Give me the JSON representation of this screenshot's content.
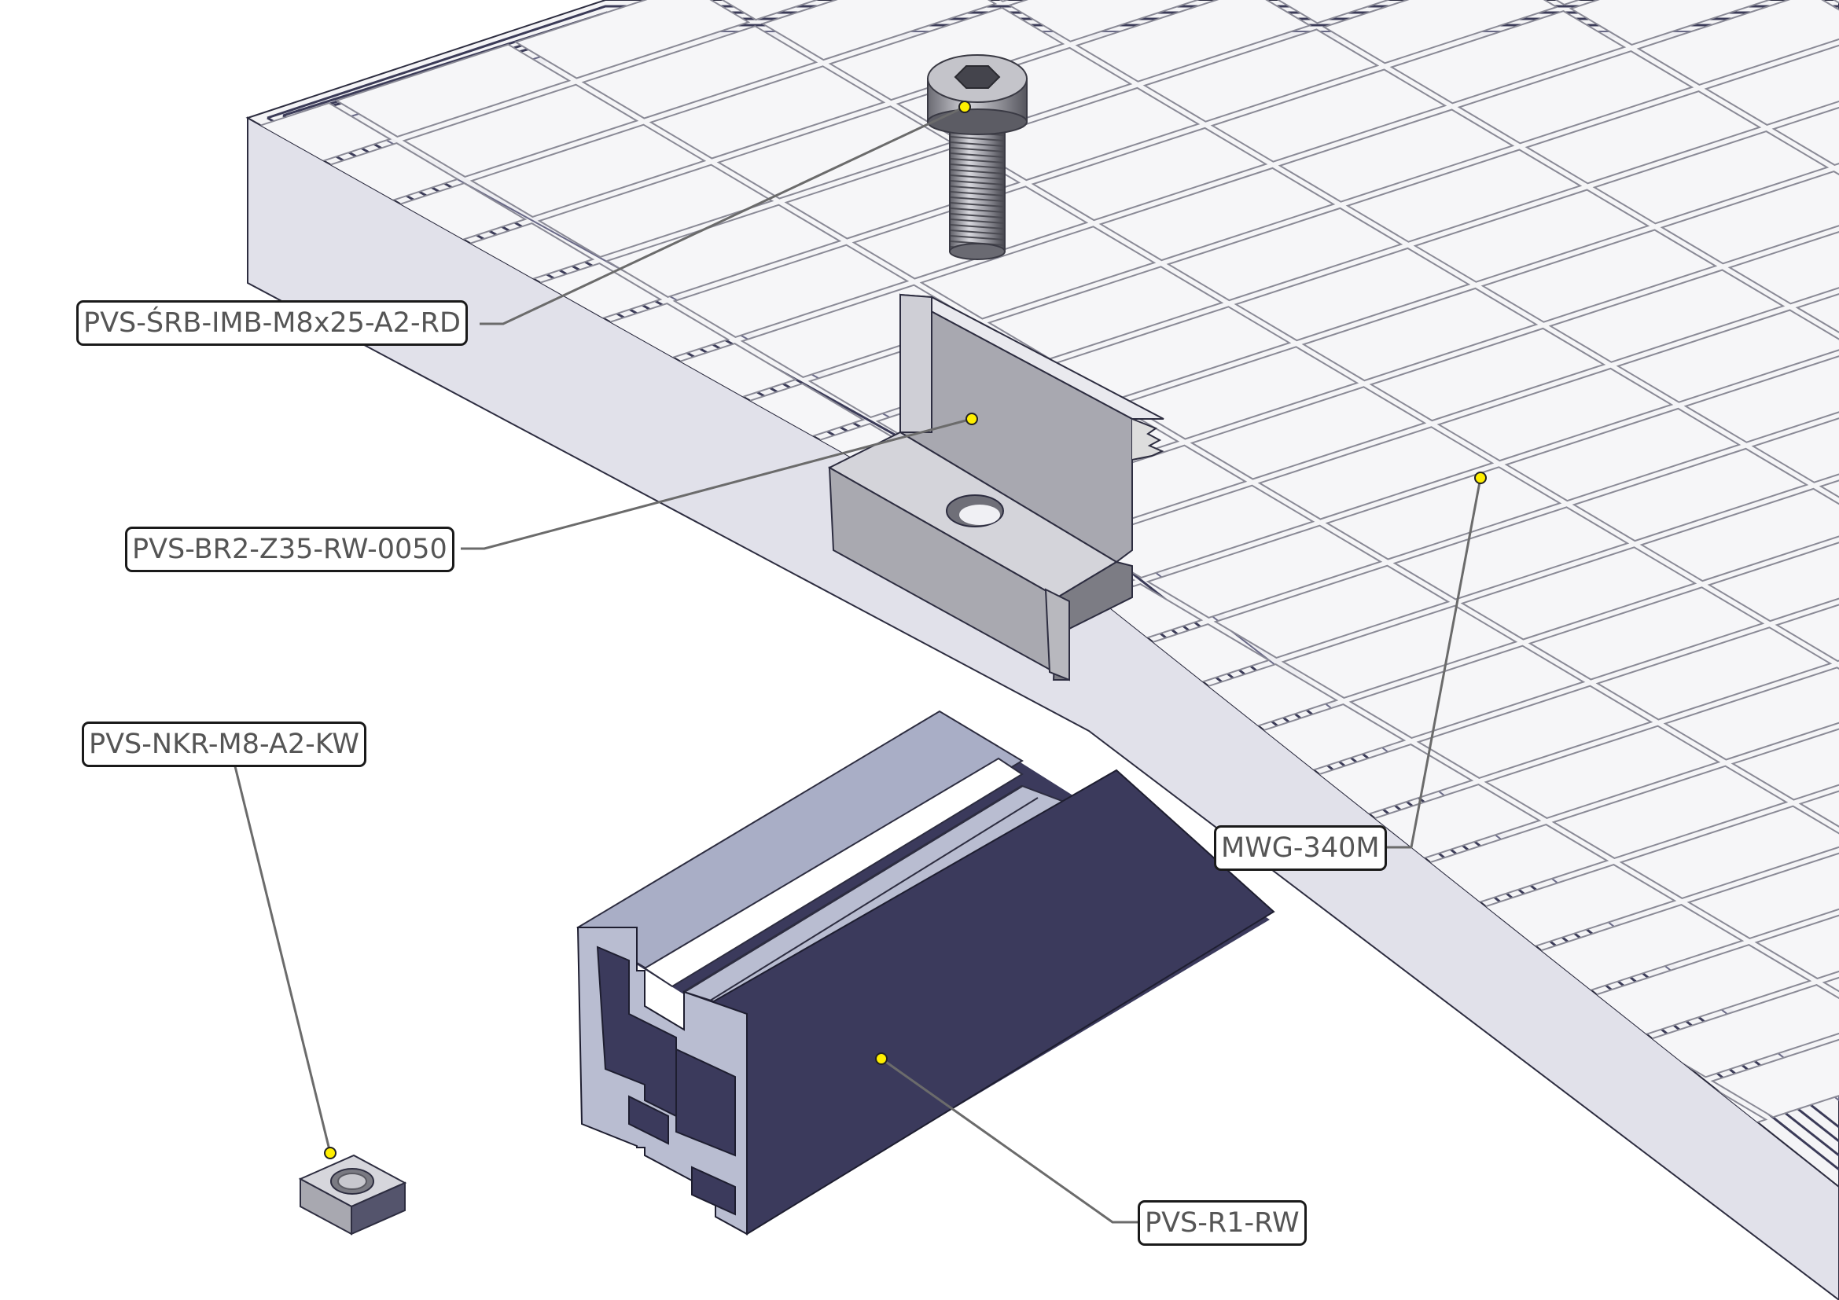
{
  "callouts": {
    "screw": "PVS-ŚRB-IMB-M8x25-A2-RD",
    "end_clamp": "PVS-BR2-Z35-RW-0050",
    "square_nut": "PVS-NKR-M8-A2-KW",
    "pv_module": "MWG-340M",
    "rail": "PVS-R1-RW"
  },
  "colors": {
    "background": "#ffffff",
    "panel_glass": "#f4f4f6",
    "panel_frame_side": "#e1e1ea",
    "cell_outline": "#8a8a96",
    "frame_edge_lines": "#3b3b58",
    "rail_face": "#3b3a5c",
    "rail_top": "#a9aec6",
    "clamp_aluminium": "#b6b6bc",
    "leader_line": "#6b6b6b",
    "anchor_dot": "#ffef00",
    "callout_border": "#1a1a1a",
    "callout_text": "#555555"
  }
}
